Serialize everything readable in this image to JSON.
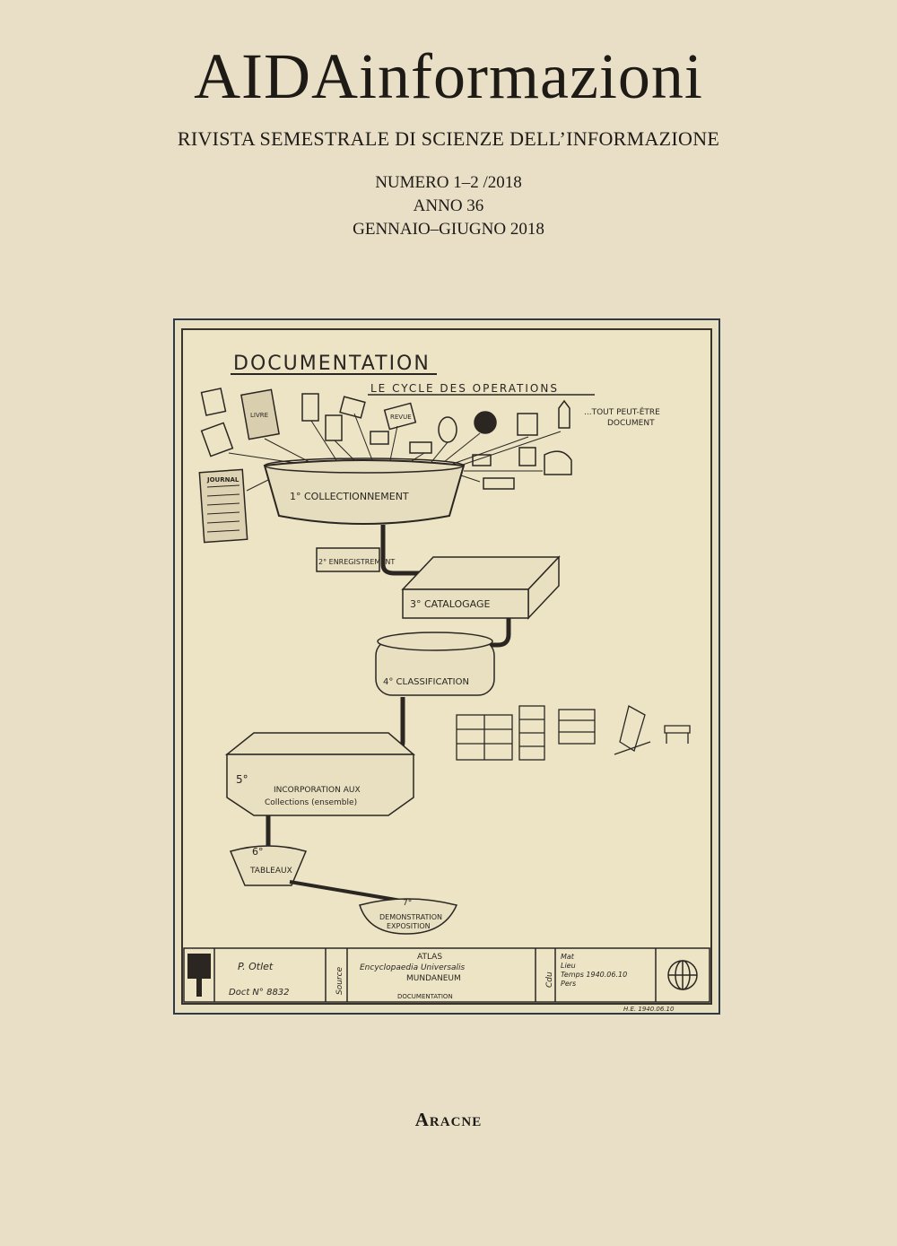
{
  "cover": {
    "title": "AIDAinformazioni",
    "subtitle": "RIVISTA SEMESTRALE DI SCIENZE DELL’INFORMAZIONE",
    "issue_number": "NUMERO 1–2 /2018",
    "volume": "ANNO 36",
    "period": "GENNAIO–GIUGNO 2018",
    "publisher": "Aracne"
  },
  "drawing": {
    "heading": "DOCUMENTATION",
    "subheading": "LE CYCLE DES OPERATIONS",
    "note_line1": "...TOUT PEUT-ÊTRE",
    "note_line2": "DOCUMENT",
    "step1": "1° COLLECTIONNEMENT",
    "step2": "2° ENREGISTREMENT",
    "step3": "3° CATALOGAGE",
    "step4": "4° CLASSIFICATION",
    "step5_num": "5°",
    "step5_line1": "INCORPORATION AUX",
    "step5_line2": "Collections (ensemble)",
    "step6_num": "6°",
    "step6": "TABLEAUX",
    "step7_num": "7°",
    "step7_line1": "DEMONSTRATION",
    "step7_line2": "EXPOSITION",
    "doc_journal": "JOURNAL",
    "doc_livre": "LIVRE",
    "doc_revue": "REVUE",
    "footer_author": "P. Otlet",
    "footer_doc": "Doct N° 8832",
    "footer_source": "Source",
    "footer_atlas": "ATLAS",
    "footer_encyclopaedia": "Encyclopaedia Universalis",
    "footer_mundaneum": "MUNDANEUM",
    "footer_documentation": "DOCUMENTATION",
    "footer_side": "Cdu",
    "footer_meta1": "Mat",
    "footer_meta2": "Lieu",
    "footer_meta3": "Temps 1940.06.10",
    "footer_meta4": "Pers",
    "footer_signature": "H.E. 1940.06.10"
  }
}
